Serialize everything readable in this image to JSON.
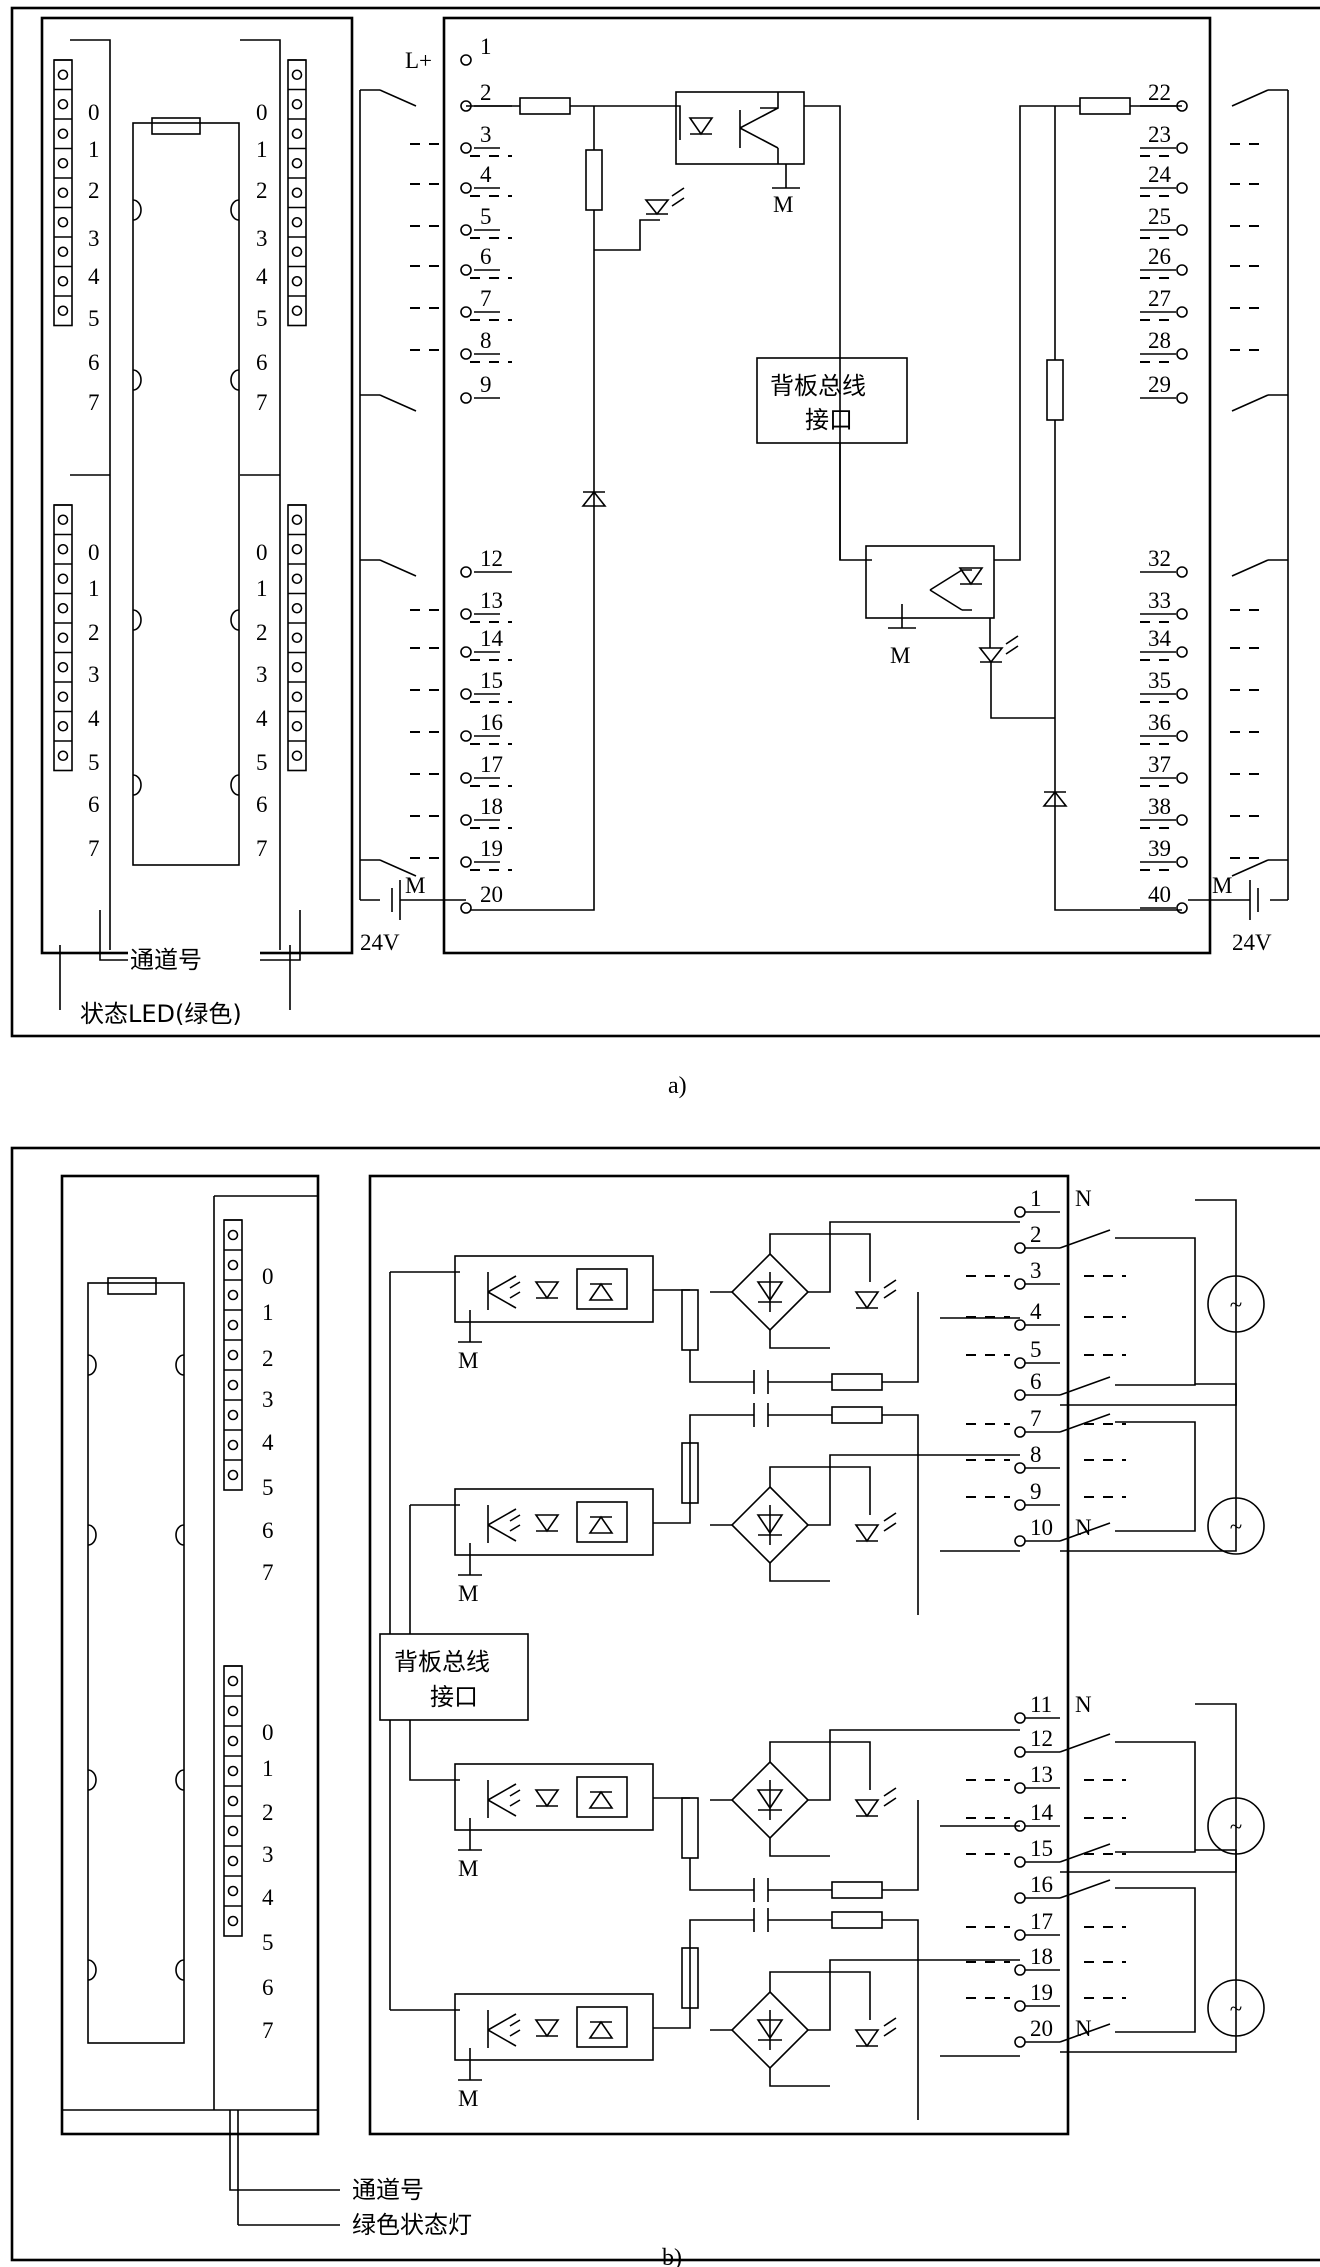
{
  "figure_a": {
    "caption": "a)",
    "channel_number_label": "通道号",
    "status_led_label": "状态LED(绿色)",
    "backplane_label_line1": "背板总线",
    "backplane_label_line2": "接口",
    "ground_label": "M",
    "supply_label": "L+",
    "voltage_label": "24V",
    "channel_digits": [
      "0",
      "1",
      "2",
      "3",
      "4",
      "5",
      "6",
      "7"
    ],
    "left_terminals": [
      "1",
      "2",
      "3",
      "4",
      "5",
      "6",
      "7",
      "8",
      "9",
      "12",
      "13",
      "14",
      "15",
      "16",
      "17",
      "18",
      "19",
      "20"
    ],
    "right_terminals": [
      "22",
      "23",
      "24",
      "25",
      "26",
      "27",
      "28",
      "29",
      "32",
      "33",
      "34",
      "35",
      "36",
      "37",
      "38",
      "39",
      "40"
    ]
  },
  "figure_b": {
    "caption": "b)",
    "channel_number_label": "通道号",
    "status_led_label": "绿色状态灯",
    "backplane_label_line1": "背板总线",
    "backplane_label_line2": "接口",
    "ground_label": "M",
    "neutral_label": "N",
    "ac_symbol": "~",
    "channel_digits": [
      "0",
      "1",
      "2",
      "3",
      "4",
      "5",
      "6",
      "7"
    ],
    "terminals": [
      "1",
      "2",
      "3",
      "4",
      "5",
      "6",
      "7",
      "8",
      "9",
      "10",
      "11",
      "12",
      "13",
      "14",
      "15",
      "16",
      "17",
      "18",
      "19",
      "20"
    ]
  }
}
